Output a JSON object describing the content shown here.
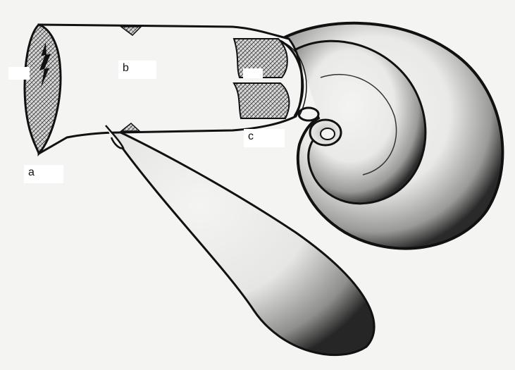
{
  "labels": {
    "a": "a",
    "b": "b",
    "c": "c"
  },
  "colors": {
    "ink": "#111111",
    "paper": "#f4f4f2",
    "stipple": "#222222"
  }
}
